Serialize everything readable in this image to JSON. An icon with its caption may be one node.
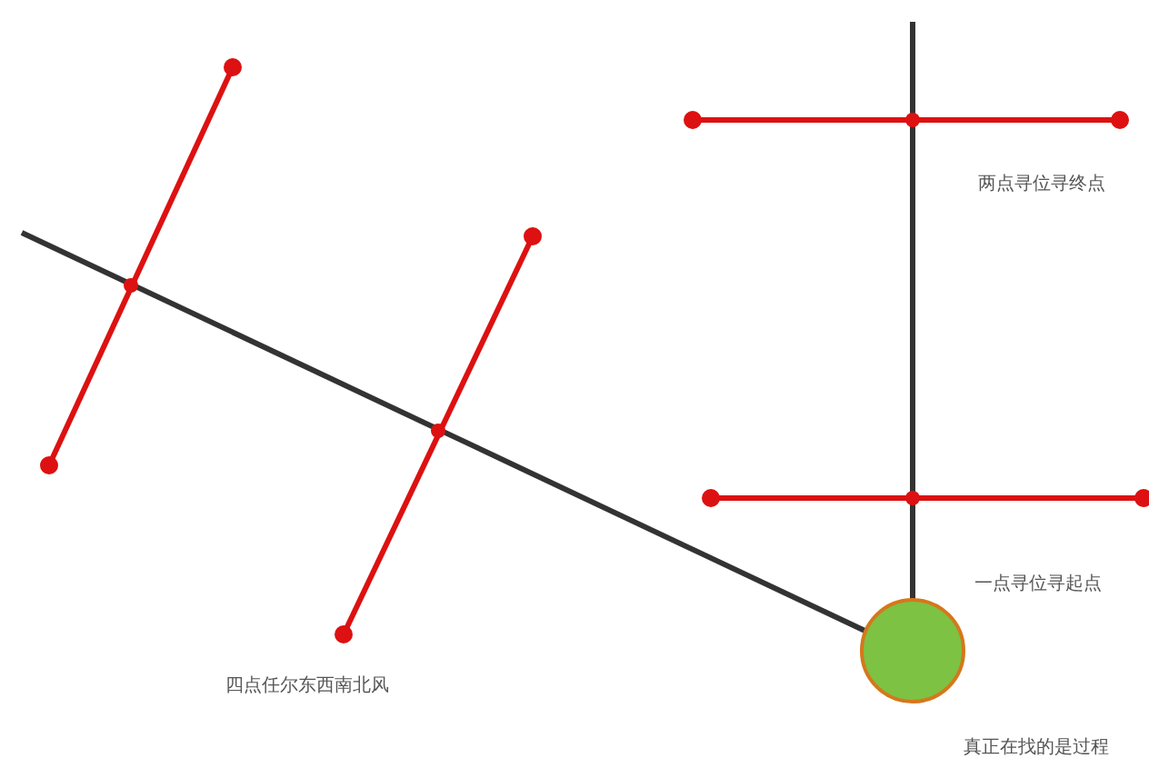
{
  "diagram": {
    "labels": [
      "两点寻位寻终点",
      "一点寻位寻起点",
      "四点任尔东西南北风",
      "真正在找的是过程"
    ]
  }
}
